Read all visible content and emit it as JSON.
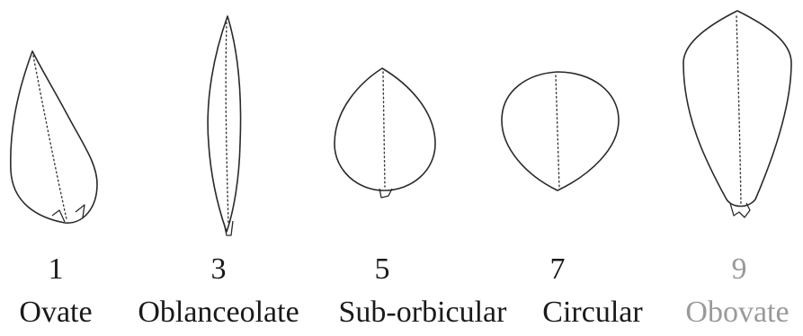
{
  "shapes": [
    {
      "number": "1",
      "name": "Ovate"
    },
    {
      "number": "3",
      "name": "Oblanceolate"
    },
    {
      "number": "5",
      "name": "Sub-orbicular"
    },
    {
      "number": "7",
      "name": "Circular"
    },
    {
      "number": "9",
      "name": "Obovate"
    }
  ]
}
